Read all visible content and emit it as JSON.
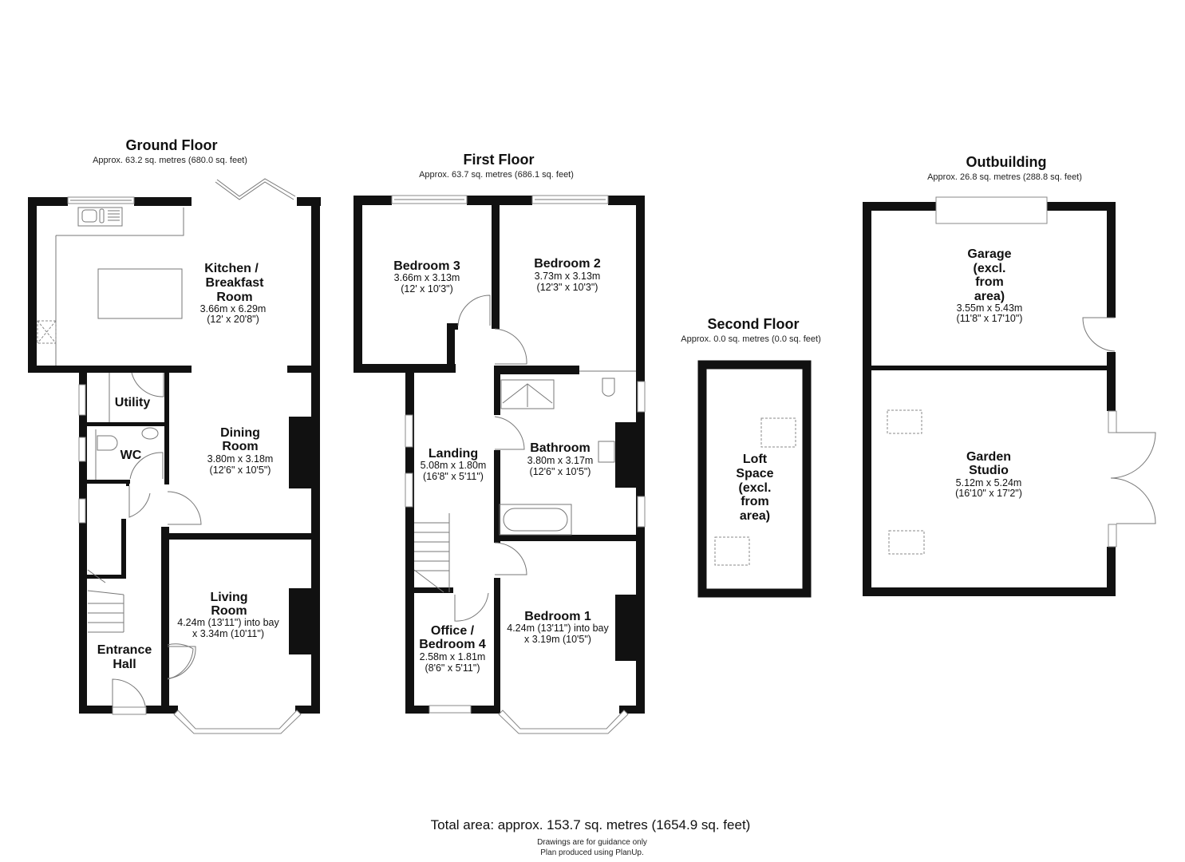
{
  "floors": {
    "ground": {
      "title": "Ground Floor",
      "area": "Approx. 63.2 sq. metres (680.0 sq. feet)",
      "rooms": {
        "kitchen": {
          "name_lines": [
            "Kitchen /",
            "Breakfast",
            "Room"
          ],
          "dim_lines": [
            "3.66m x 6.29m",
            "(12' x 20'8\")"
          ]
        },
        "utility": {
          "name_lines": [
            "Utility"
          ],
          "dim_lines": []
        },
        "wc": {
          "name_lines": [
            "WC"
          ],
          "dim_lines": []
        },
        "dining": {
          "name_lines": [
            "Dining",
            "Room"
          ],
          "dim_lines": [
            "3.80m x 3.18m",
            "(12'6\" x 10'5\")"
          ]
        },
        "living": {
          "name_lines": [
            "Living",
            "Room"
          ],
          "dim_lines": [
            "4.24m (13'11\") into bay",
            "x 3.34m (10'11\")"
          ]
        },
        "hall": {
          "name_lines": [
            "Entrance",
            "Hall"
          ],
          "dim_lines": []
        }
      }
    },
    "first": {
      "title": "First Floor",
      "area": "Approx. 63.7 sq. metres (686.1 sq. feet)",
      "rooms": {
        "bedroom3": {
          "name_lines": [
            "Bedroom 3"
          ],
          "dim_lines": [
            "3.66m x 3.13m",
            "(12' x 10'3\")"
          ]
        },
        "bedroom2": {
          "name_lines": [
            "Bedroom 2"
          ],
          "dim_lines": [
            "3.73m x 3.13m",
            "(12'3\" x 10'3\")"
          ]
        },
        "landing": {
          "name_lines": [
            "Landing"
          ],
          "dim_lines": [
            "5.08m x 1.80m",
            "(16'8\" x 5'11\")"
          ]
        },
        "bathroom": {
          "name_lines": [
            "Bathroom"
          ],
          "dim_lines": [
            "3.80m x 3.17m",
            "(12'6\" x 10'5\")"
          ]
        },
        "office": {
          "name_lines": [
            "Office /",
            "Bedroom 4"
          ],
          "dim_lines": [
            "2.58m x 1.81m",
            "(8'6\" x 5'11\")"
          ]
        },
        "bedroom1": {
          "name_lines": [
            "Bedroom 1"
          ],
          "dim_lines": [
            "4.24m (13'11\") into bay",
            "x 3.19m (10'5\")"
          ]
        }
      }
    },
    "second": {
      "title": "Second Floor",
      "area": "Approx. 0.0 sq. metres (0.0 sq. feet)",
      "rooms": {
        "loft": {
          "name_lines": [
            "Loft",
            "Space",
            "(excl.",
            "from",
            "area)"
          ],
          "dim_lines": []
        }
      }
    },
    "outbuilding": {
      "title": "Outbuilding",
      "area": "Approx. 26.8 sq. metres (288.8 sq. feet)",
      "rooms": {
        "garage": {
          "name_lines": [
            "Garage",
            "(excl.",
            "from",
            "area)"
          ],
          "dim_lines": [
            "3.55m x 5.43m",
            "(11'8\" x 17'10\")"
          ]
        },
        "studio": {
          "name_lines": [
            "Garden",
            "Studio"
          ],
          "dim_lines": [
            "5.12m x 5.24m",
            "(16'10\" x 17'2\")"
          ]
        }
      }
    }
  },
  "footer": {
    "total": "Total area: approx. 153.7 sq. metres (1654.9 sq. feet)",
    "disclaimer": "Drawings are for guidance only",
    "credit": "Plan produced using PlanUp."
  },
  "colors": {
    "wall": "#111111",
    "fixture_line": "#777777",
    "background": "#ffffff"
  }
}
